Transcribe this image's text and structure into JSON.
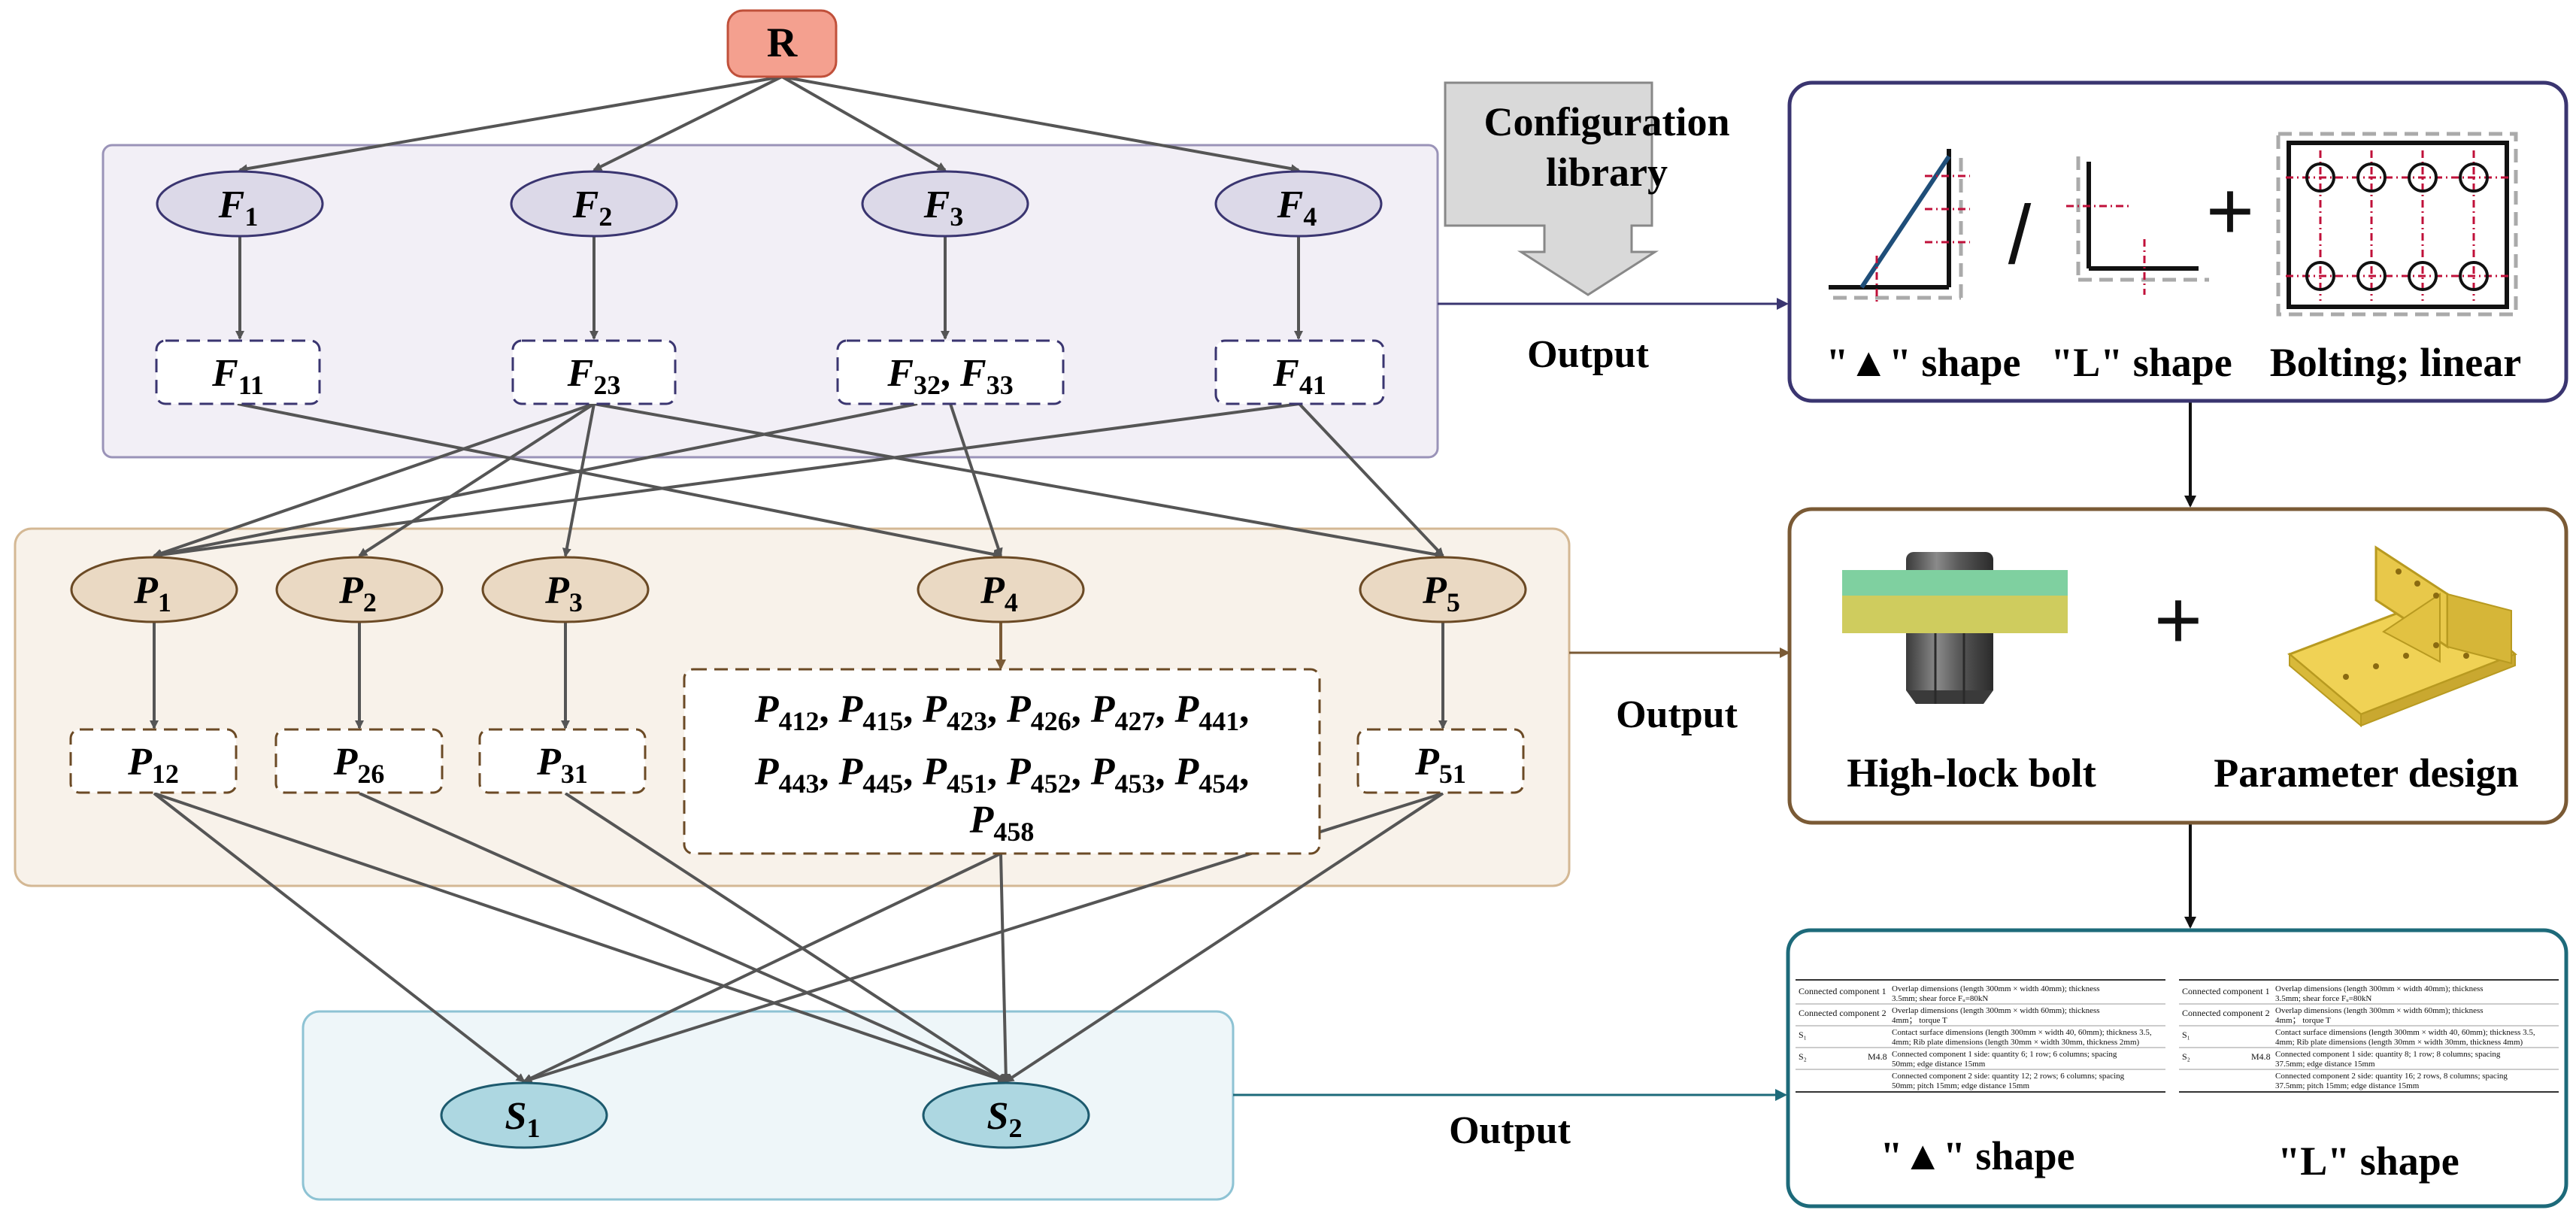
{
  "root": {
    "label": "R"
  },
  "f_level": [
    {
      "base": "F",
      "sub": "1"
    },
    {
      "base": "F",
      "sub": "2"
    },
    {
      "base": "F",
      "sub": "3"
    },
    {
      "base": "F",
      "sub": "4"
    }
  ],
  "f_sub_level": [
    [
      {
        "base": "F",
        "sub": "11"
      }
    ],
    [
      {
        "base": "F",
        "sub": "23"
      }
    ],
    [
      {
        "base": "F",
        "sub": "32"
      },
      {
        "base": "F",
        "sub": "33"
      }
    ],
    [
      {
        "base": "F",
        "sub": "41"
      }
    ]
  ],
  "p_level": [
    {
      "base": "P",
      "sub": "1"
    },
    {
      "base": "P",
      "sub": "2"
    },
    {
      "base": "P",
      "sub": "3"
    },
    {
      "base": "P",
      "sub": "4"
    },
    {
      "base": "P",
      "sub": "5"
    }
  ],
  "p_sub_level": [
    [
      {
        "base": "P",
        "sub": "12"
      }
    ],
    [
      {
        "base": "P",
        "sub": "26"
      }
    ],
    [
      {
        "base": "P",
        "sub": "31"
      }
    ],
    [
      {
        "base": "P",
        "sub": "412"
      },
      {
        "base": "P",
        "sub": "415"
      },
      {
        "base": "P",
        "sub": "423"
      },
      {
        "base": "P",
        "sub": "426"
      },
      {
        "base": "P",
        "sub": "427"
      },
      {
        "base": "P",
        "sub": "441"
      },
      {
        "base": "P",
        "sub": "443"
      },
      {
        "base": "P",
        "sub": "445"
      },
      {
        "base": "P",
        "sub": "451"
      },
      {
        "base": "P",
        "sub": "452"
      },
      {
        "base": "P",
        "sub": "453"
      },
      {
        "base": "P",
        "sub": "454"
      },
      {
        "base": "P",
        "sub": "458"
      }
    ],
    [
      {
        "base": "P",
        "sub": "51"
      }
    ]
  ],
  "s_level": [
    {
      "base": "S",
      "sub": "1"
    },
    {
      "base": "S",
      "sub": "2"
    }
  ],
  "library": {
    "line1": "Configuration",
    "line2": "library"
  },
  "output_labels": [
    "Output",
    "Output",
    "Output"
  ],
  "panel1": {
    "slash": "/",
    "plus": "+",
    "captions": [
      "\"▲\" shape",
      "\"L\" shape",
      "Bolting; linear"
    ]
  },
  "panel2": {
    "plus": "+",
    "captions": [
      "High-lock bolt",
      "Parameter design"
    ]
  },
  "panel3": {
    "captions": [
      "\"▲\" shape",
      "\"L\" shape"
    ],
    "tables": [
      {
        "rows": [
          {
            "c1": "Connected component 1",
            "c2": "",
            "c3": [
              "Overlap dimensions (length 300mm × width 40mm); thickness",
              "3.5mm; shear force Fᵤ=80kN"
            ]
          },
          {
            "c1": "Connected component 2",
            "c2": "",
            "c3": [
              "Overlap dimensions (length 300mm × width 60mm); thickness",
              "4mm； torque T"
            ]
          },
          {
            "c1": "S₁",
            "c2": "",
            "c3": [
              "Contact surface dimensions (length 300mm × width 40, 60mm); thickness 3.5,",
              "4mm; Rib plate dimensions (length 30mm × width 30mm, thickness 2mm)"
            ]
          },
          {
            "c1": "S₂",
            "c2": "M4.8",
            "c3": [
              "Connected component 1 side: quantity 6; 1 row; 6 columns; spacing",
              "50mm; edge distance 15mm"
            ]
          },
          {
            "c1": "",
            "c2": "",
            "c3": [
              "Connected component 2 side: quantity 12; 2 rows; 6 columns; spacing",
              "50mm; pitch 15mm; edge distance 15mm"
            ]
          }
        ]
      },
      {
        "rows": [
          {
            "c1": "Connected component 1",
            "c2": "",
            "c3": [
              "Overlap dimensions (length 300mm × width 40mm); thickness",
              "3.5mm; shear force Fᵤ=80kN"
            ]
          },
          {
            "c1": "Connected component 2",
            "c2": "",
            "c3": [
              "Overlap dimensions (length 300mm × width 60mm); thickness",
              "4mm； torque T"
            ]
          },
          {
            "c1": "S₁",
            "c2": "",
            "c3": [
              "Contact surface dimensions (length 300mm × width 40, 60mm); thickness 3.5,",
              "4mm; Rib plate dimensions (length 30mm × width 30mm, thickness 4mm)"
            ]
          },
          {
            "c1": "S₂",
            "c2": "M4.8",
            "c3": [
              "Connected component 1 side: quantity 8; 1 row; 8 columns; spacing",
              "37.5mm; edge distance 15mm"
            ]
          },
          {
            "c1": "",
            "c2": "",
            "c3": [
              "Connected component 2 side: quantity 16; 2 rows, 8 columns; spacing",
              "37.5mm; pitch 15mm; edge distance 15mm"
            ]
          }
        ]
      }
    ]
  },
  "colors": {
    "root_fill": "#F4A08F",
    "root_stroke": "#C0503A",
    "f_group_fill": "#F2EFF6",
    "f_group_stroke": "#9A93B8",
    "f_node_fill": "#DCD9E8",
    "f_node_stroke": "#3A3570",
    "p_group_fill": "#F8F2EA",
    "p_group_stroke": "#D4B894",
    "p_node_fill": "#EAD9C3",
    "p_node_stroke": "#6B4A25",
    "s_group_fill": "#EEF6F9",
    "s_group_stroke": "#8EC3D4",
    "s_node_fill": "#ADD7E1",
    "s_node_stroke": "#1D5A6E",
    "edge": "#555555",
    "panel1_stroke": "#3A3570",
    "panel2_stroke": "#7A5A35",
    "panel3_stroke": "#1D6A7A",
    "library_fill": "#D9D9D9",
    "library_stroke": "#888888"
  }
}
